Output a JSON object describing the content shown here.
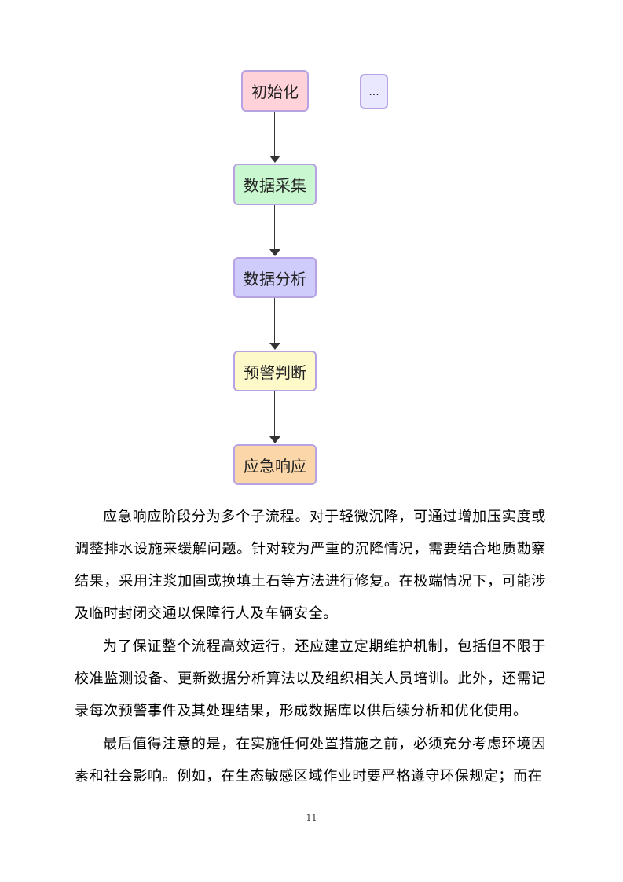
{
  "diagram": {
    "nodes": [
      {
        "id": "init",
        "label": "初始化",
        "fill": "#ffd1d8"
      },
      {
        "id": "more",
        "label": "...",
        "fill": "#eae8ff"
      },
      {
        "id": "collect",
        "label": "数据采集",
        "fill": "#c9f7cf"
      },
      {
        "id": "analyze",
        "label": "数据分析",
        "fill": "#cfccfb"
      },
      {
        "id": "warn",
        "label": "预警判断",
        "fill": "#fdf9c9"
      },
      {
        "id": "respond",
        "label": "应急响应",
        "fill": "#fbd6a9"
      }
    ],
    "edges": [
      {
        "from": "初始化",
        "to": "数据采集"
      },
      {
        "from": "数据采集",
        "to": "数据分析"
      },
      {
        "from": "数据分析",
        "to": "预警判断"
      },
      {
        "from": "预警判断",
        "to": "应急响应"
      }
    ]
  },
  "paragraphs": [
    "应急响应阶段分为多个子流程。对于轻微沉降，可通过增加压实度或调整排水设施来缓解问题。针对较为严重的沉降情况，需要结合地质勘察结果，采用注浆加固或换填土石等方法进行修复。在极端情况下，可能涉及临时封闭交通以保障行人及车辆安全。",
    "为了保证整个流程高效运行，还应建立定期维护机制，包括但不限于校准监测设备、更新数据分析算法以及组织相关人员培训。此外，还需记录每次预警事件及其处理结果，形成数据库以供后续分析和优化使用。",
    "最后值得注意的是，在实施任何处置措施之前，必须充分考虑环境因素和社会影响。例如，在生态敏感区域作业时要严格遵守环保规定；而在"
  ],
  "page_number": "11"
}
